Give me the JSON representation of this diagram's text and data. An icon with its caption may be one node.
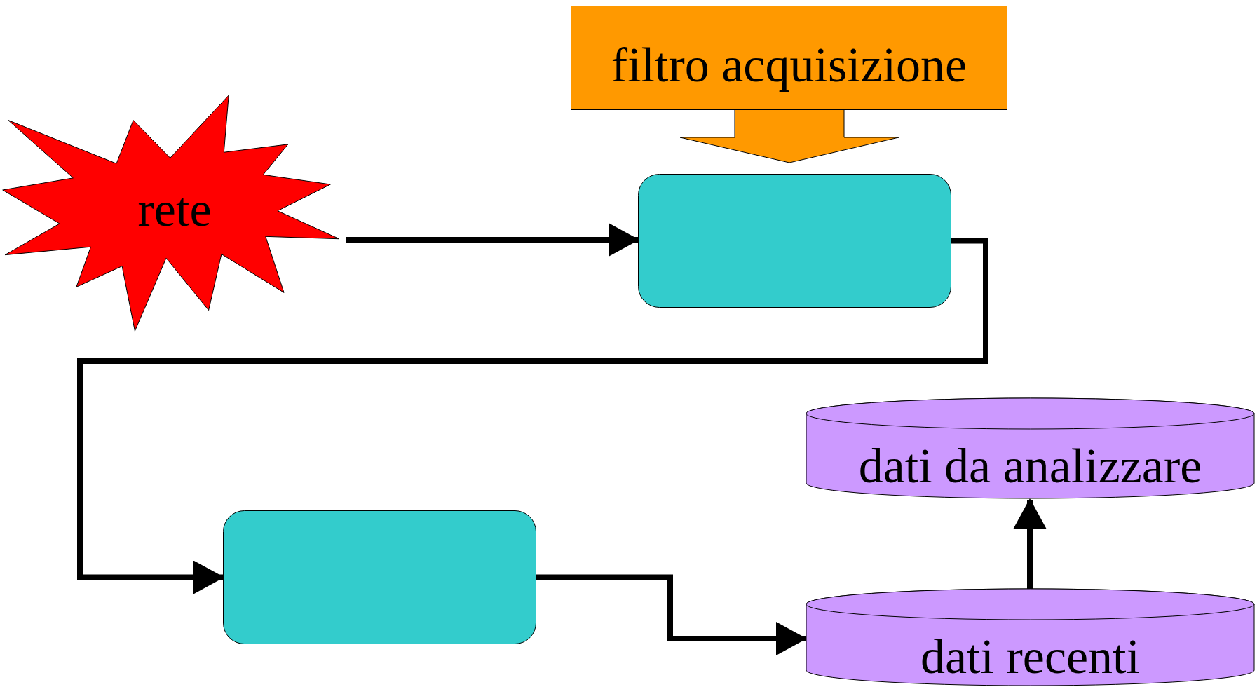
{
  "diagram": {
    "nodes": [
      {
        "text": [
          "filtro acquisizione"
        ]
      },
      {
        "text": [
          "rete"
        ]
      },
      {
        "text": [],
        "shape": "box"
      },
      {
        "text": [
          "dati da analizzare"
        ]
      },
      {
        "text": [],
        "shape": "box"
      },
      {
        "text": [
          "dati recenti"
        ]
      }
    ],
    "edges": [
      {
        "from": 0,
        "to": 2,
        "arrow": "to",
        "style": "thick",
        "color": "#ff9900"
      },
      {
        "from": 1,
        "to": 2,
        "arrow": "to"
      },
      {
        "from": 2,
        "to": 4,
        "arrow": "to"
      },
      {
        "from": 4,
        "to": 5,
        "arrow": "to"
      },
      {
        "from": 5,
        "to": 3,
        "arrow": "to"
      }
    ]
  }
}
